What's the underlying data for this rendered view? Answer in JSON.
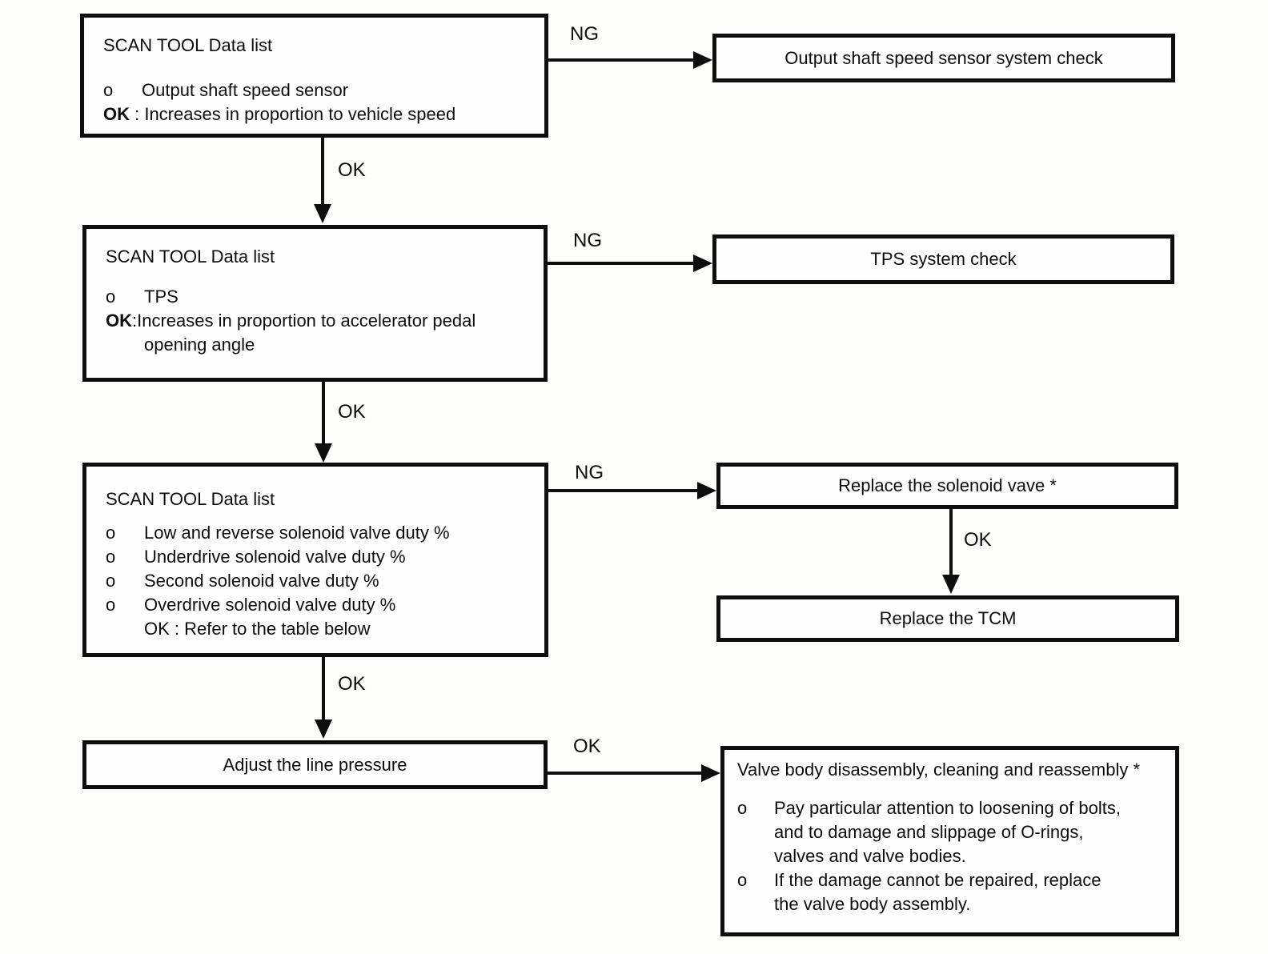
{
  "labels": {
    "ng": "NG",
    "ok": "OK"
  },
  "nodes": {
    "scan1": {
      "title": "SCAN TOOL Data list",
      "bullet": "o",
      "item": "Output shaft speed sensor",
      "ok_key": "OK",
      "ok_rest": " : Increases in proportion to vehicle speed"
    },
    "check1": "Output shaft speed sensor system check",
    "scan2": {
      "title": "SCAN TOOL Data list",
      "bullet": "o",
      "item": "TPS",
      "ok_key": "OK",
      "ok_sep": ":",
      "ok_line1": "Increases in proportion to accelerator pedal",
      "ok_line2": "opening angle"
    },
    "check2": "TPS system check",
    "scan3": {
      "title": "SCAN TOOL Data list",
      "bullet": "o",
      "items": [
        "Low and reverse solenoid valve duty %",
        "Underdrive solenoid valve duty %",
        "Second solenoid valve duty %",
        "Overdrive solenoid valve duty %"
      ],
      "ok_line": "OK : Refer to the table below"
    },
    "replace_solenoid": "Replace the solenoid vave *",
    "replace_tcm": "Replace the TCM",
    "adjust": "Adjust the line pressure",
    "valve": {
      "title": "Valve body disassembly, cleaning and reassembly *",
      "bullet": "o",
      "note1_lines": [
        "Pay particular attention to loosening of bolts,",
        "and to damage and slippage of O-rings,",
        "valves and valve bodies."
      ],
      "note2_lines": [
        "If the damage cannot be repaired, replace",
        "the valve body assembly."
      ]
    }
  }
}
